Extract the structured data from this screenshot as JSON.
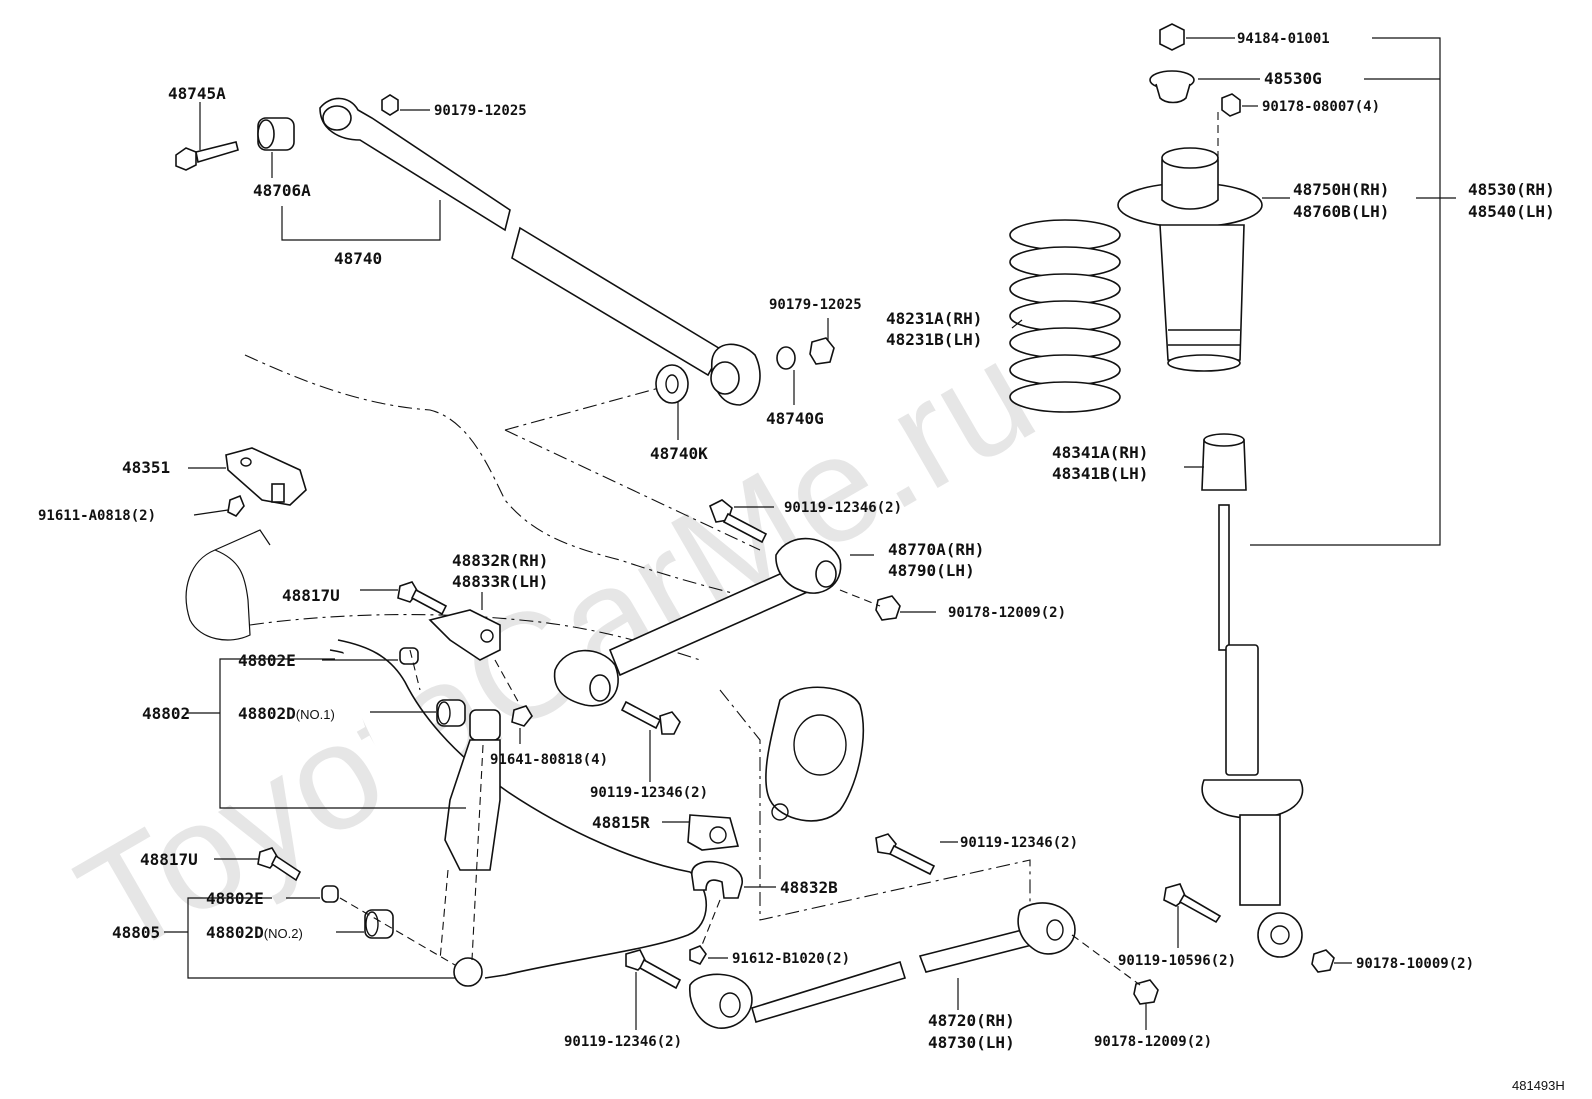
{
  "watermark": "ToyotaCarMe.ru",
  "figure_id": "481493H",
  "labels": {
    "l48745A": "48745A",
    "l48706A": "48706A",
    "l48740": "48740",
    "l90179_top": "90179-12025",
    "l90179_mid": "90179-12025",
    "l48740G": "48740G",
    "l48740K": "48740K",
    "l48231A": "48231A(RH)",
    "l48231B": "48231B(LH)",
    "l94184": "94184-01001",
    "l48530G": "48530G",
    "l90178_08007": "90178-08007(4)",
    "l48750H": "48750H(RH)",
    "l48760B": "48760B(LH)",
    "l48530": "48530(RH)",
    "l48540": "48540(LH)",
    "l48341A": "48341A(RH)",
    "l48341B": "48341B(LH)",
    "l48351": "48351",
    "l91611": "91611-A0818(2)",
    "l90119_a": "90119-12346(2)",
    "l48770A": "48770A(RH)",
    "l48790": "48790(LH)",
    "l90178_12009a": "90178-12009(2)",
    "l48832R": "48832R(RH)",
    "l48833R": "48833R(LH)",
    "l48817U_a": "48817U",
    "l48802E_a": "48802E",
    "l48802": "48802",
    "l48802D_a": "48802D",
    "l48802D_a_sfx": "(NO.1)",
    "l91641": "91641-80818(4)",
    "l90119_b": "90119-12346(2)",
    "l48815R": "48815R",
    "l90119_c": "90119-12346(2)",
    "l48832B": "48832B",
    "l48817U_b": "48817U",
    "l48802E_b": "48802E",
    "l48805": "48805",
    "l48802D_b": "48802D",
    "l48802D_b_sfx": "(NO.2)",
    "l91612": "91612-B1020(2)",
    "l90119_d": "90119-12346(2)",
    "l48720": "48720(RH)",
    "l48730": "48730(LH)",
    "l90178_12009b": "90178-12009(2)",
    "l90119_10596": "90119-10596(2)",
    "l90178_10009": "90178-10009(2)"
  }
}
